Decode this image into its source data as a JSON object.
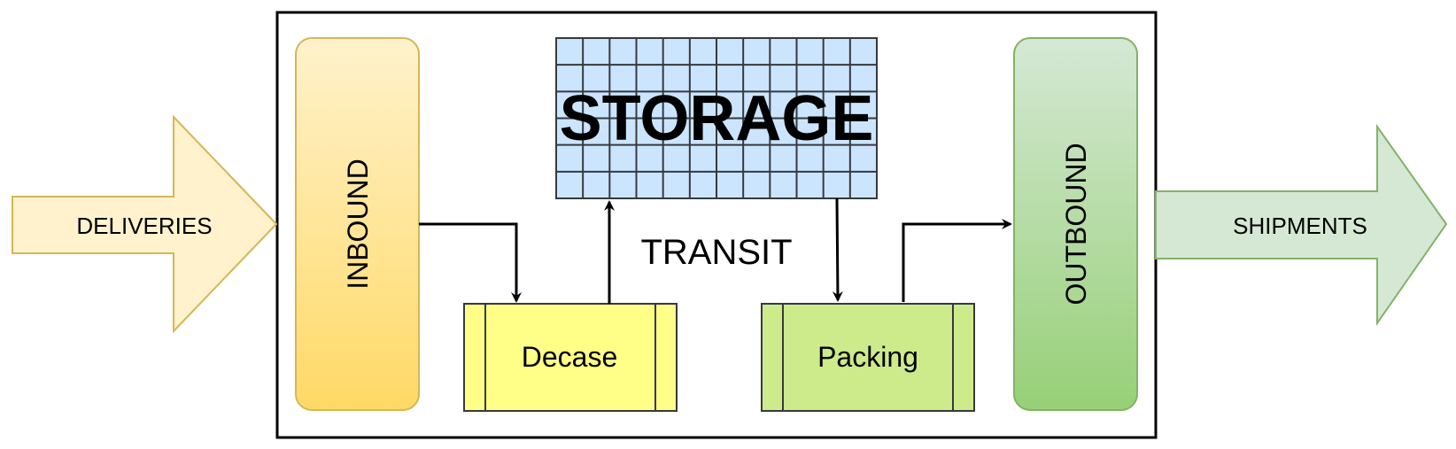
{
  "nodes": {
    "deliveries": {
      "label": "DELIVERIES",
      "fill": "#fff2cc",
      "stroke": "#d6b656"
    },
    "inbound": {
      "label": "INBOUND",
      "fill_top": "#fff2cc",
      "fill_bottom": "#ffd966",
      "stroke": "#d6b656"
    },
    "storage": {
      "label": "STORAGE",
      "fill": "#cce5ff",
      "stroke": "#36393d"
    },
    "decase": {
      "label": "Decase",
      "fill": "#ffff88",
      "stroke": "#36393d"
    },
    "packing": {
      "label": "Packing",
      "fill": "#cdeb8b",
      "stroke": "#36393d"
    },
    "outbound": {
      "label": "OUTBOUND",
      "fill_top": "#d5e8d4",
      "fill_bottom": "#97d077",
      "stroke": "#82b366"
    },
    "shipments": {
      "label": "SHIPMENTS",
      "fill": "#d5e8d4",
      "stroke": "#82b366"
    }
  },
  "labels": {
    "transit": "TRANSIT"
  },
  "edges": [
    {
      "from": "inbound",
      "to": "decase"
    },
    {
      "from": "decase",
      "to": "storage"
    },
    {
      "from": "storage",
      "to": "packing"
    },
    {
      "from": "packing",
      "to": "outbound"
    }
  ]
}
